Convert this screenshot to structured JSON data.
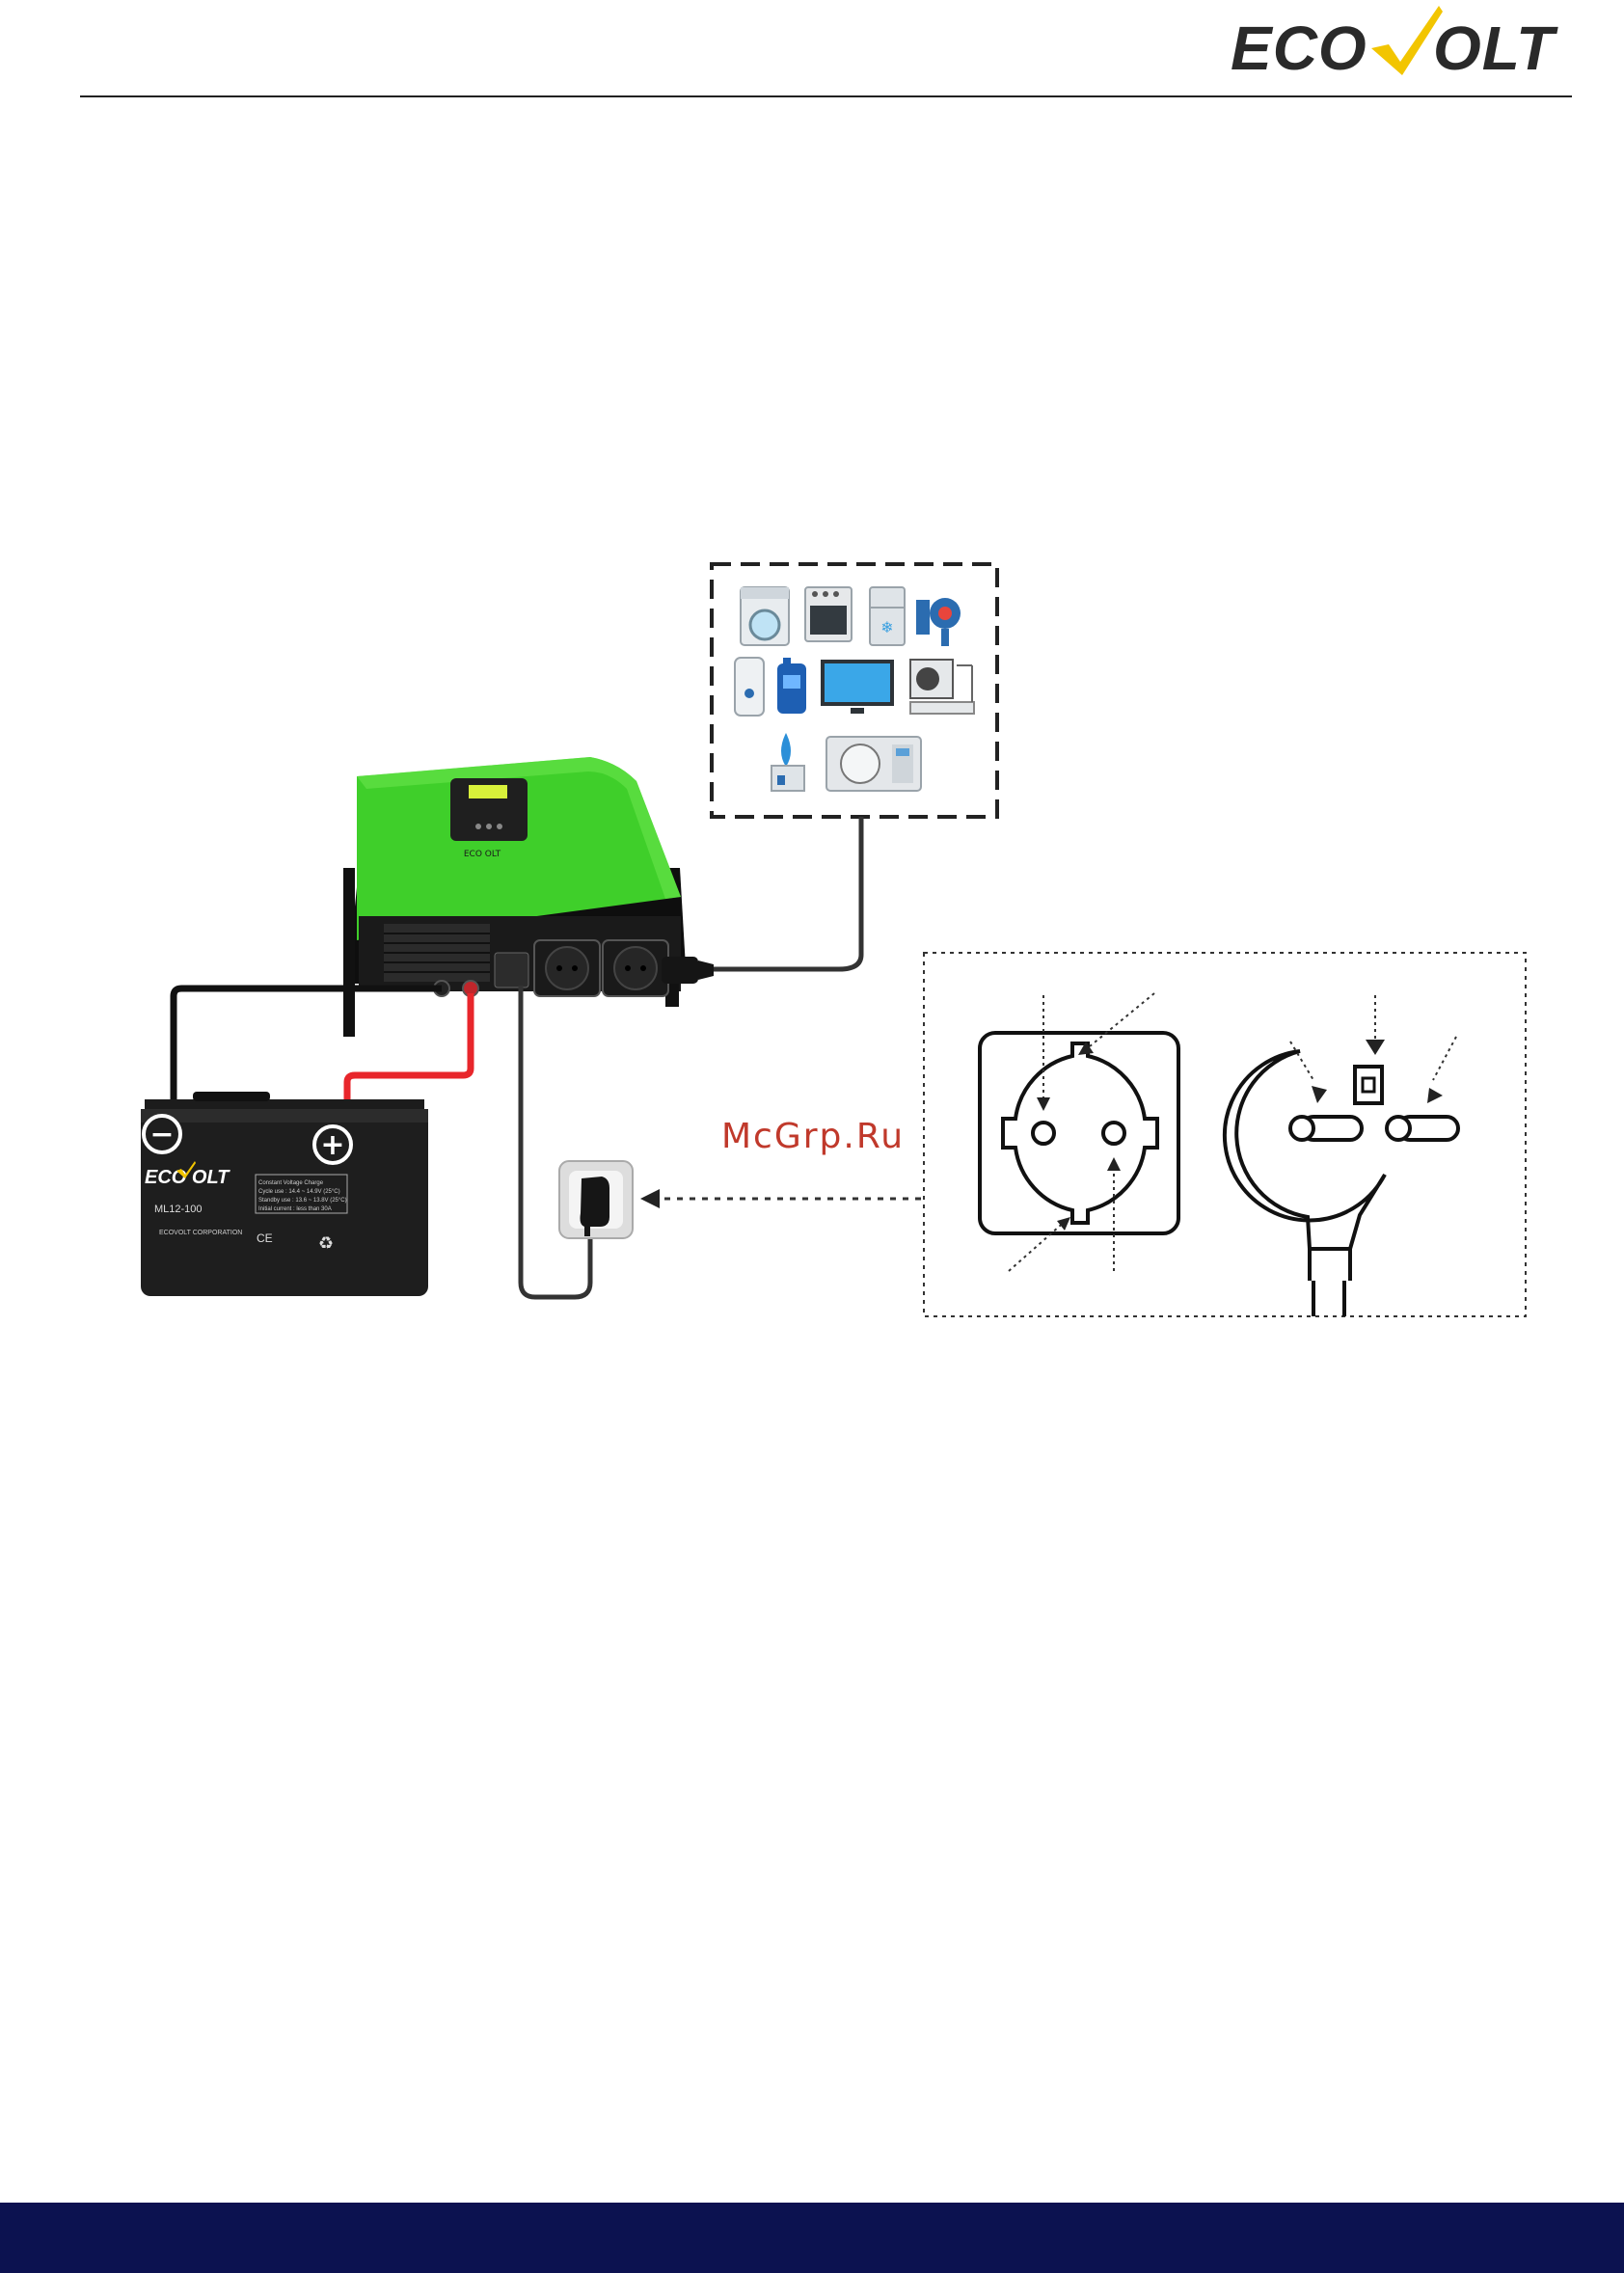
{
  "header": {
    "logo_left": "ECO",
    "logo_right": "OLT",
    "brand_color": "#2a2a2a",
    "check_color": "#f2c500"
  },
  "watermark": "McGrp.Ru",
  "inverter": {
    "brand": "ECO OLT",
    "body_color": "#3fcf2a"
  },
  "battery": {
    "brand": "ECO OLT",
    "model": "ML12-100",
    "negative_symbol": "−",
    "positive_symbol": "+",
    "spec_lines": [
      "Constant Voltage Charge",
      "Cycle use : 14.4 ~ 14.9V (25°C)",
      "Standby use : 13.6 ~ 13.8V (25°C)",
      "Initial current : less than 30A"
    ],
    "corporation": "ECOVOLT CORPORATION",
    "ce_mark": "CE"
  },
  "colors": {
    "cable_red": "#e8262b",
    "cable_black": "#111111",
    "footer": "#0c1250"
  },
  "icons": [
    "washing-machine-icon",
    "oven-icon",
    "refrigerator-icon",
    "circulation-pump-icon",
    "water-heater-icon",
    "gas-boiler-icon",
    "tv-icon",
    "air-conditioner-icon",
    "water-cooler-icon",
    "microwave-icon"
  ]
}
